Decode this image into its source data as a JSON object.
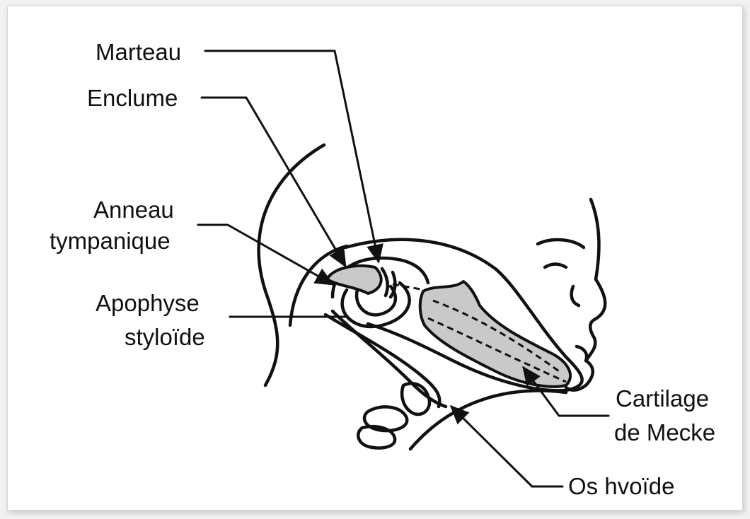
{
  "labels": {
    "marteau": "Marteau",
    "enclume": "Enclume",
    "anneau_1": "Anneau",
    "anneau_2": "tympanique",
    "apophyse_1": "Apophyse",
    "apophyse_2": "styloïde",
    "cartilage_1": "Cartilage",
    "cartilage_2": "de Mecke",
    "hyoide": "Os hvoïde"
  },
  "colors": {
    "ink": "#111111",
    "cartilage_fill": "#c9c9c9",
    "paper": "#ffffff"
  }
}
